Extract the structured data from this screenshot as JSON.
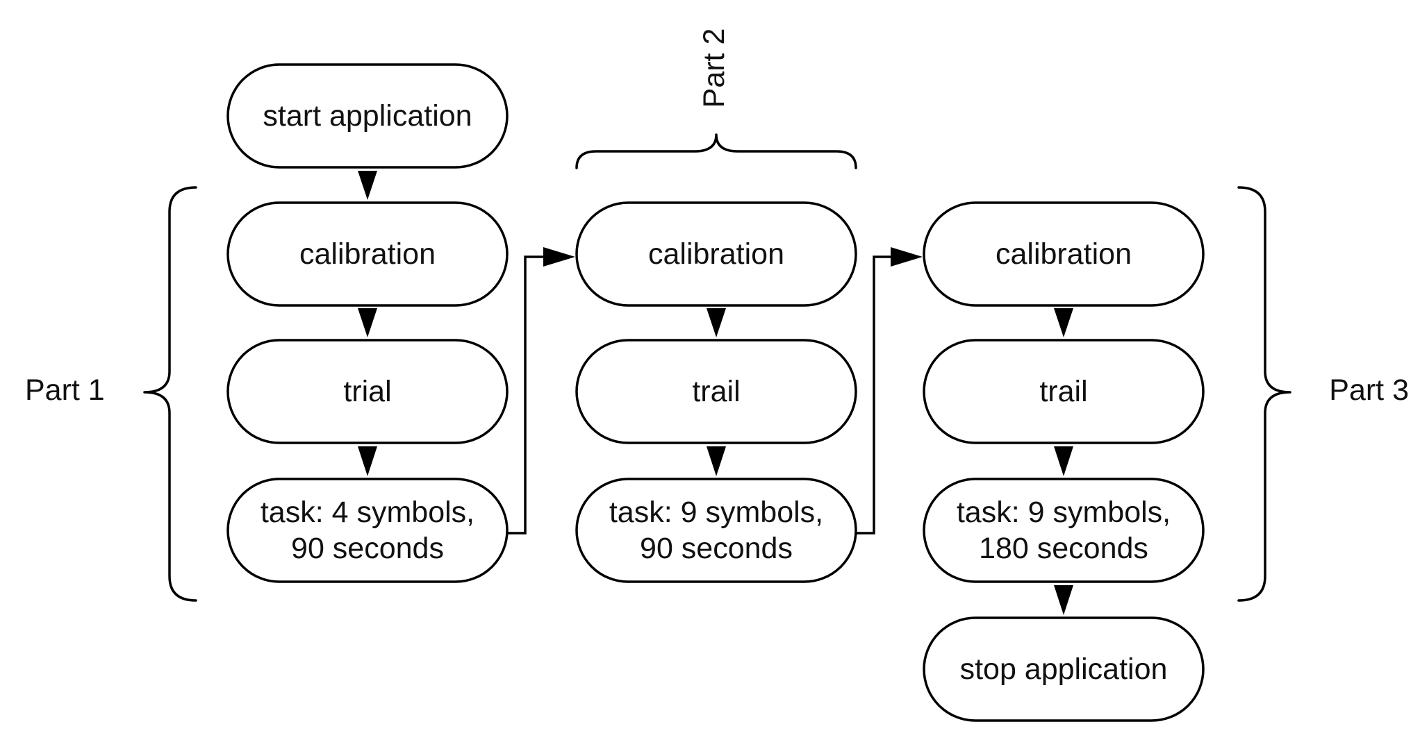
{
  "diagram": {
    "nodes": {
      "start": "start application",
      "p1_calibration": "calibration",
      "p1_trial": "trial",
      "p1_task_line1": "task: 4 symbols,",
      "p1_task_line2": "90 seconds",
      "p2_calibration": "calibration",
      "p2_trail": "trail",
      "p2_task_line1": "task: 9 symbols,",
      "p2_task_line2": "90 seconds",
      "p3_calibration": "calibration",
      "p3_trail": "trail",
      "p3_task_line1": "task: 9 symbols,",
      "p3_task_line2": "180 seconds",
      "stop": "stop application"
    },
    "parts": {
      "part1": "Part 1",
      "part2": "Part 2",
      "part3": "Part 3"
    }
  }
}
